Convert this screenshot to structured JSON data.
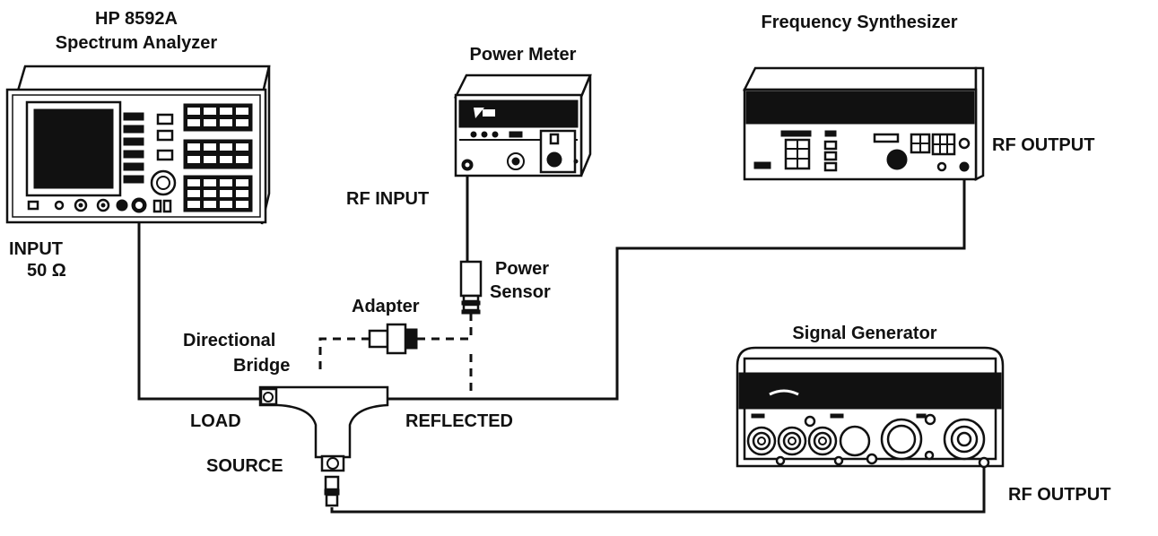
{
  "labels": {
    "analyzer_model": "HP 8592A",
    "analyzer_name": "Spectrum Analyzer",
    "analyzer_input": "INPUT",
    "analyzer_impedance": "50 Ω",
    "power_meter": "Power Meter",
    "power_meter_input": "RF INPUT",
    "power_sensor_line1": "Power",
    "power_sensor_line2": "Sensor",
    "adapter": "Adapter",
    "bridge_line1": "Directional",
    "bridge_line2": "Bridge",
    "bridge_load": "LOAD",
    "bridge_reflected": "REFLECTED",
    "bridge_source": "SOURCE",
    "synthesizer": "Frequency Synthesizer",
    "synthesizer_output": "RF OUTPUT",
    "signal_generator": "Signal Generator",
    "generator_output": "RF OUTPUT"
  }
}
